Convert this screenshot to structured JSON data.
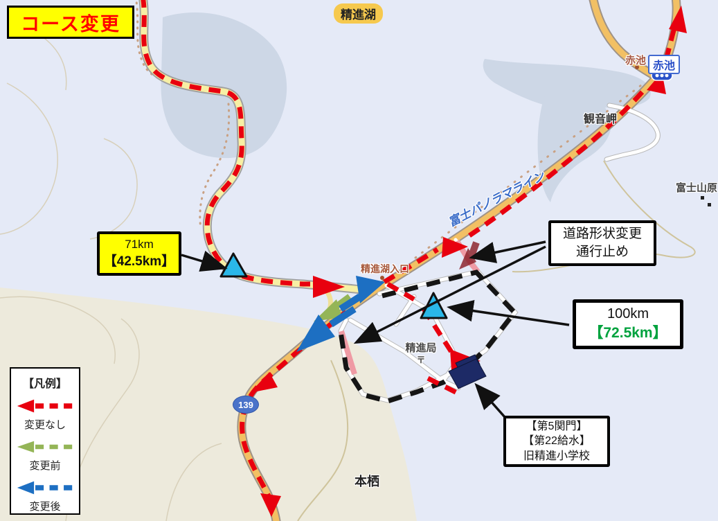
{
  "header": {
    "title": "コース変更"
  },
  "map_labels": {
    "lake": "精進湖",
    "akaike": "赤池",
    "akaike_sign": "赤池",
    "kannon_cape": "観音岬",
    "panorama_line": "富士パノラマライン",
    "fujisan_forest": "富士山原",
    "lake_entrance": "精進湖入口",
    "post_office": "精進局",
    "post_mark": "〒",
    "motosu": "本栖",
    "route_number": "139"
  },
  "callouts": {
    "km71": {
      "line1": "71km",
      "line2": "【42.5km】"
    },
    "road_change": {
      "line1": "道路形状変更",
      "line2": "通行止め"
    },
    "km100": {
      "line1": "100km",
      "line2": "【72.5km】"
    },
    "checkpoint": {
      "line1": "【第5関門】",
      "line2": "【第22給水】",
      "line3": "旧精進小学校"
    }
  },
  "legend": {
    "title": "【凡例】",
    "items": [
      {
        "label": "変更なし",
        "color": "#e8000f"
      },
      {
        "label": "変更前",
        "color": "#94b557"
      },
      {
        "label": "変更後",
        "color": "#1d6fc2"
      }
    ]
  },
  "colors": {
    "course_unchanged": "#e8000f",
    "course_before": "#94b557",
    "course_after": "#1d6fc2",
    "closed_road_arrow": "#8b2028",
    "closed_road_highlight": "#ef9aa4",
    "marker_triangle": "#2ab7e8",
    "km100_highlight": "#00a23e",
    "title_bg": "#ffff00",
    "title_text": "#ff0000",
    "school_building": "#1d2a66"
  }
}
